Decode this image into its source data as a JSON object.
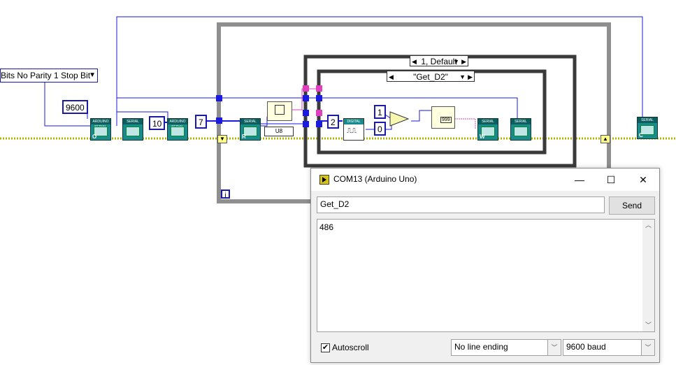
{
  "diagram": {
    "serial_ring": "Bits No Parity 1 Stop Bit",
    "baud_const": "9600",
    "timeout_const": "10",
    "const_7": "7",
    "const_2": "2",
    "const_1": "1",
    "const_0": "0",
    "case_outer": "1, Default",
    "case_inner": "\"Get_D2\"",
    "loop_iter": "i",
    "vi_labels": {
      "arduino_serial": "ARDUINO SERIAL",
      "serial": "SERIAL",
      "digital": "DIGITAL",
      "init_letter": "O",
      "read_letter": "R",
      "write_letter": "W",
      "close_letter": "C"
    }
  },
  "monitor": {
    "title": "COM13 (Arduino Uno)",
    "minimize": "—",
    "maximize": "☐",
    "close": "✕",
    "input_value": "Get_D2",
    "send_label": "Send",
    "output_text": "486",
    "autoscroll_label": "Autoscroll",
    "autoscroll_checked": true,
    "line_ending": "No line ending",
    "baud": "9600 baud"
  }
}
